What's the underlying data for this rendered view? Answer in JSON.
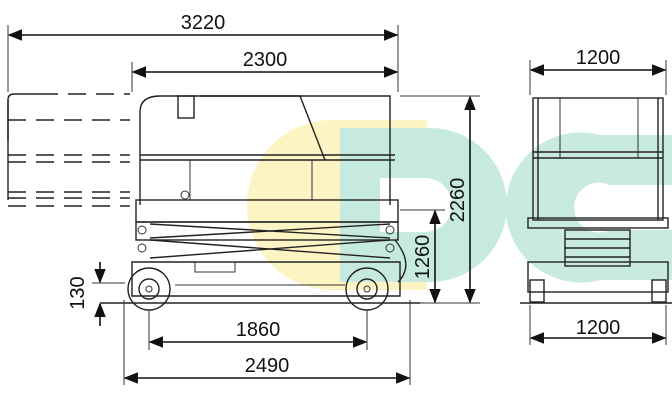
{
  "diagram": {
    "dimensions": {
      "overall_length_extended": "3220",
      "platform_length": "2300",
      "width_top": "1200",
      "width_bottom": "1200",
      "working_height": "2260",
      "platform_height": "1260",
      "ground_clearance": "130",
      "wheelbase": "1860",
      "overall_length": "2490"
    },
    "watermark": {
      "text": "DC",
      "colors": [
        "#fdf2b8",
        "#bfe7da"
      ]
    }
  }
}
